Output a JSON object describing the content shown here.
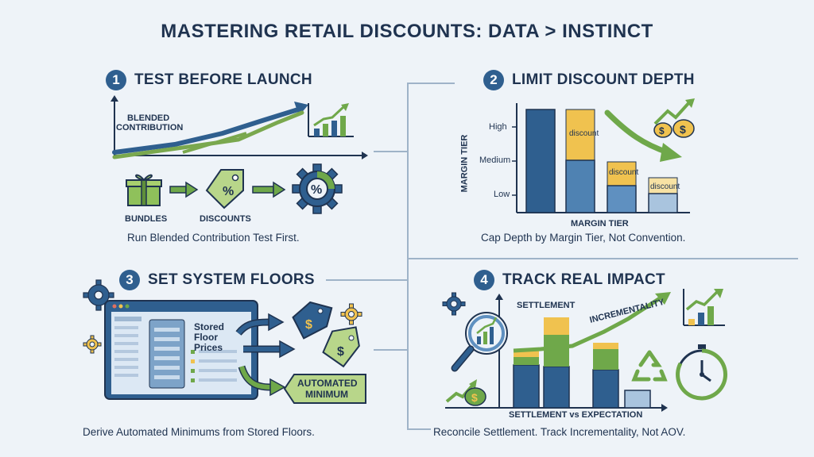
{
  "title": "MASTERING RETAIL DISCOUNTS: DATA > INSTINCT",
  "sections": [
    {
      "number": "1",
      "heading": "TEST BEFORE LAUNCH",
      "chart_label": "BLENDED\nCONTRIBUTION",
      "chart_label_1": "BLENDED",
      "chart_label_2": "CONTRIBUTION",
      "flow": [
        "BUNDLES",
        "DISCOUNTS"
      ],
      "caption": "Run Blended Contribution Test First."
    },
    {
      "number": "2",
      "heading": "LIMIT DISCOUNT DEPTH",
      "y_axis_label": "MARGIN TIER",
      "x_axis_label": "MARGIN TIER",
      "y_ticks": [
        "High",
        "Medium",
        "Low"
      ],
      "bar_segment_label": "discount",
      "caption": "Cap Depth by Margin Tier, Not Convention."
    },
    {
      "number": "3",
      "heading": "SET SYSTEM FLOORS",
      "panel_label_1": "Stored",
      "panel_label_2": "Floor",
      "panel_label_3": "Prices",
      "badge_1": "AUTOMATED",
      "badge_2": "MINIMUM",
      "caption": "Derive Automated Minimums from Stored Floors."
    },
    {
      "number": "4",
      "heading": "TRACK REAL IMPACT",
      "settlement_label": "SETTLEMENT",
      "trend_label": "INCREMENTALITY",
      "x_axis_label": "SETTLEMENT vs EXPECTATION",
      "caption": "Reconcile Settlement. Track Incrementality, Not AOV."
    }
  ],
  "colors": {
    "navy": "#1f3350",
    "blue": "#2f5f8f",
    "light_blue": "#5f90c0",
    "green": "#6fa84a",
    "light_green": "#b8d68a",
    "yellow": "#f0c24f",
    "background": "#eef3f8"
  },
  "icons": [
    "gift-icon",
    "price-tag-icon",
    "gear-icon",
    "percent-icon",
    "money-bag-icon",
    "magnifier-icon",
    "recycle-icon",
    "stopwatch-icon",
    "mini-bar-chart-icon",
    "monitor-icon"
  ]
}
